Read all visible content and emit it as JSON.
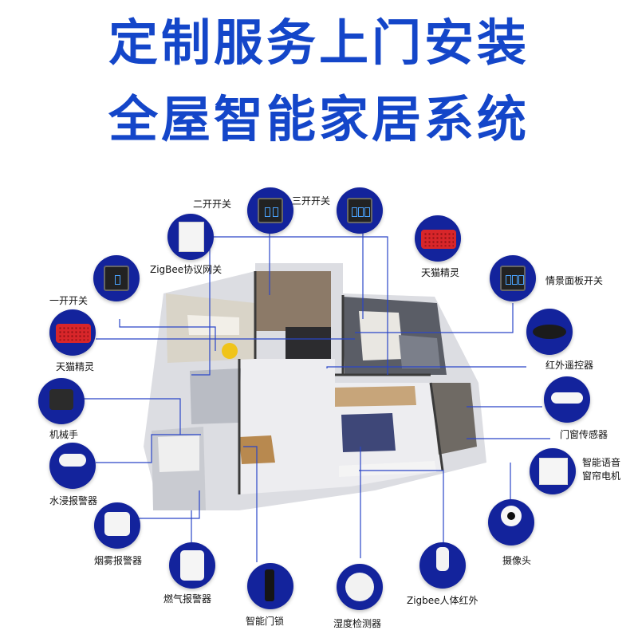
{
  "title": {
    "line1": "定制服务上门安装",
    "line2": "全屋智能家居系统"
  },
  "colors": {
    "title_blue": "#1446c9",
    "circle_navy": "#13239c",
    "line_blue": "#2a45c8",
    "floor": "#e8e8ea",
    "wall": "#3a3a3a"
  },
  "devices": [
    {
      "id": "two-gang-switch",
      "label": "二开开关",
      "icon": "switch-panel-icon"
    },
    {
      "id": "three-gang-switch",
      "label": "三开开关",
      "icon": "switch-panel-icon"
    },
    {
      "id": "zigbee-gateway",
      "label": "ZigBee协议网关",
      "icon": "gateway-icon"
    },
    {
      "id": "tmall-genie-top",
      "label": "天猫精灵",
      "icon": "smart-speaker-icon"
    },
    {
      "id": "one-gang-switch",
      "label": "一开开关",
      "icon": "switch-panel-icon"
    },
    {
      "id": "scene-panel",
      "label": "情景面板开关",
      "icon": "switch-panel-icon"
    },
    {
      "id": "tmall-genie-left",
      "label": "天猫精灵",
      "icon": "smart-speaker-icon"
    },
    {
      "id": "ir-remote",
      "label": "红外遥控器",
      "icon": "ir-remote-icon"
    },
    {
      "id": "robot-arm",
      "label": "机械手",
      "icon": "robot-arm-icon"
    },
    {
      "id": "door-window-sensor",
      "label": "门窗传感器",
      "icon": "door-sensor-icon"
    },
    {
      "id": "water-leak",
      "label": "水浸报警器",
      "icon": "water-sensor-icon"
    },
    {
      "id": "curtain-motor",
      "label": "智能语音\n窗帘电机",
      "icon": "curtain-motor-icon"
    },
    {
      "id": "smoke-alarm",
      "label": "烟雾报警器",
      "icon": "smoke-alarm-icon"
    },
    {
      "id": "camera",
      "label": "摄像头",
      "icon": "camera-icon"
    },
    {
      "id": "gas-alarm",
      "label": "燃气报警器",
      "icon": "gas-alarm-icon"
    },
    {
      "id": "smart-lock",
      "label": "智能门锁",
      "icon": "smart-lock-icon"
    },
    {
      "id": "humidity",
      "label": "湿度检测器",
      "icon": "humidity-sensor-icon"
    },
    {
      "id": "pir",
      "label": "Zigbee人体红外",
      "icon": "motion-sensor-icon"
    }
  ]
}
